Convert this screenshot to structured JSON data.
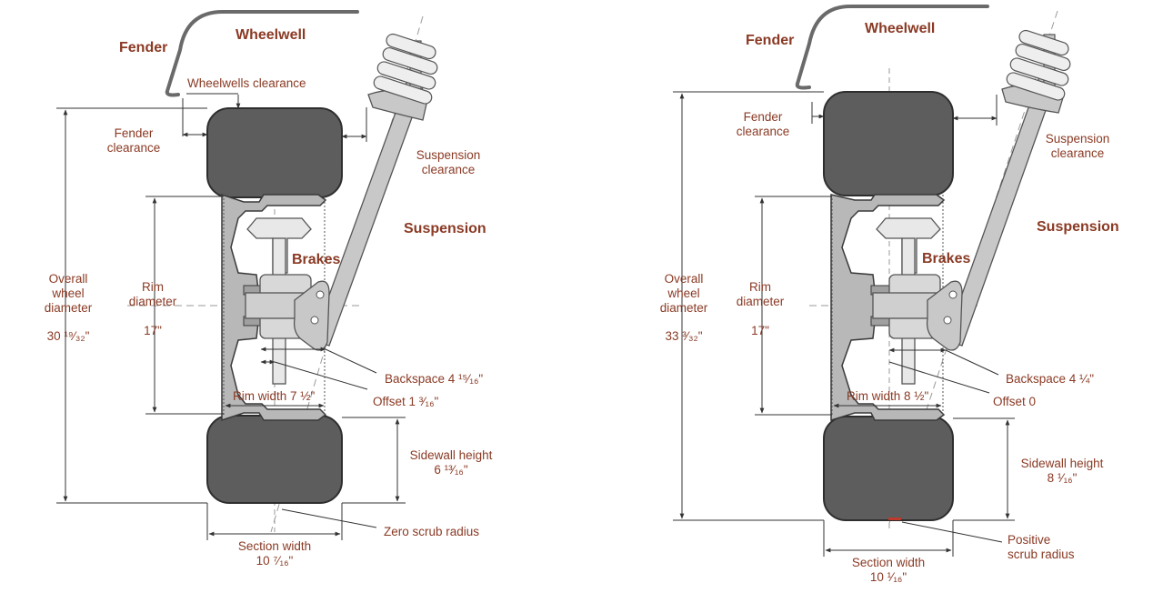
{
  "colors": {
    "text": "#8a3a24",
    "tire_fill": "#5d5d5d",
    "outline": "#3a3a3a",
    "part_fill": "#c8c8c8",
    "light_fill": "#e8e8e8",
    "dim_line": "#333333",
    "axis_dash": "#9a9a9a",
    "scrub_mark": "#c0392b"
  },
  "left": {
    "fender": "Fender",
    "wheelwell": "Wheelwell",
    "wheelwells_clearance": "Wheelwells clearance",
    "fender_clearance": [
      "Fender",
      "clearance"
    ],
    "suspension_clearance": [
      "Suspension",
      "clearance"
    ],
    "suspension": "Suspension",
    "brakes": "Brakes",
    "overall_wheel_diameter": [
      "Overall",
      "wheel",
      "diameter"
    ],
    "overall_value": "30 ¹⁹⁄₃₂\"",
    "rim_diameter": [
      "Rim",
      "diameter"
    ],
    "rim_value": "17\"",
    "backspace": "Backspace 4 ¹⁵⁄₁₆\"",
    "offset": "Offset 1 ³⁄₁₆\"",
    "rim_width": "Rim width 7 ½\"",
    "sidewall_height": "Sidewall height",
    "sidewall_value": "6 ¹³⁄₁₆\"",
    "scrub_radius": [
      "Zero scrub radius"
    ],
    "section_width": "Section width",
    "section_value": "10 ⁷⁄₁₆\""
  },
  "right": {
    "fender": "Fender",
    "wheelwell": "Wheelwell",
    "fender_clearance": [
      "Fender",
      "clearance"
    ],
    "suspension_clearance": [
      "Suspension",
      "clearance"
    ],
    "suspension": "Suspension",
    "brakes": "Brakes",
    "overall_wheel_diameter": [
      "Overall",
      "wheel",
      "diameter"
    ],
    "overall_value": "33 ³⁄₃₂\"",
    "rim_diameter": [
      "Rim",
      "diameter"
    ],
    "rim_value": "17\"",
    "backspace": "Backspace 4 ¼\"",
    "offset": "Offset 0",
    "rim_width": "Rim width 8 ½\"",
    "sidewall_height": "Sidewall height",
    "sidewall_value": "8 ¹⁄₁₆\"",
    "scrub_radius": [
      "Positive",
      "scrub radius"
    ],
    "section_width": "Section width",
    "section_value": "10 ¹⁄₁₆\""
  }
}
